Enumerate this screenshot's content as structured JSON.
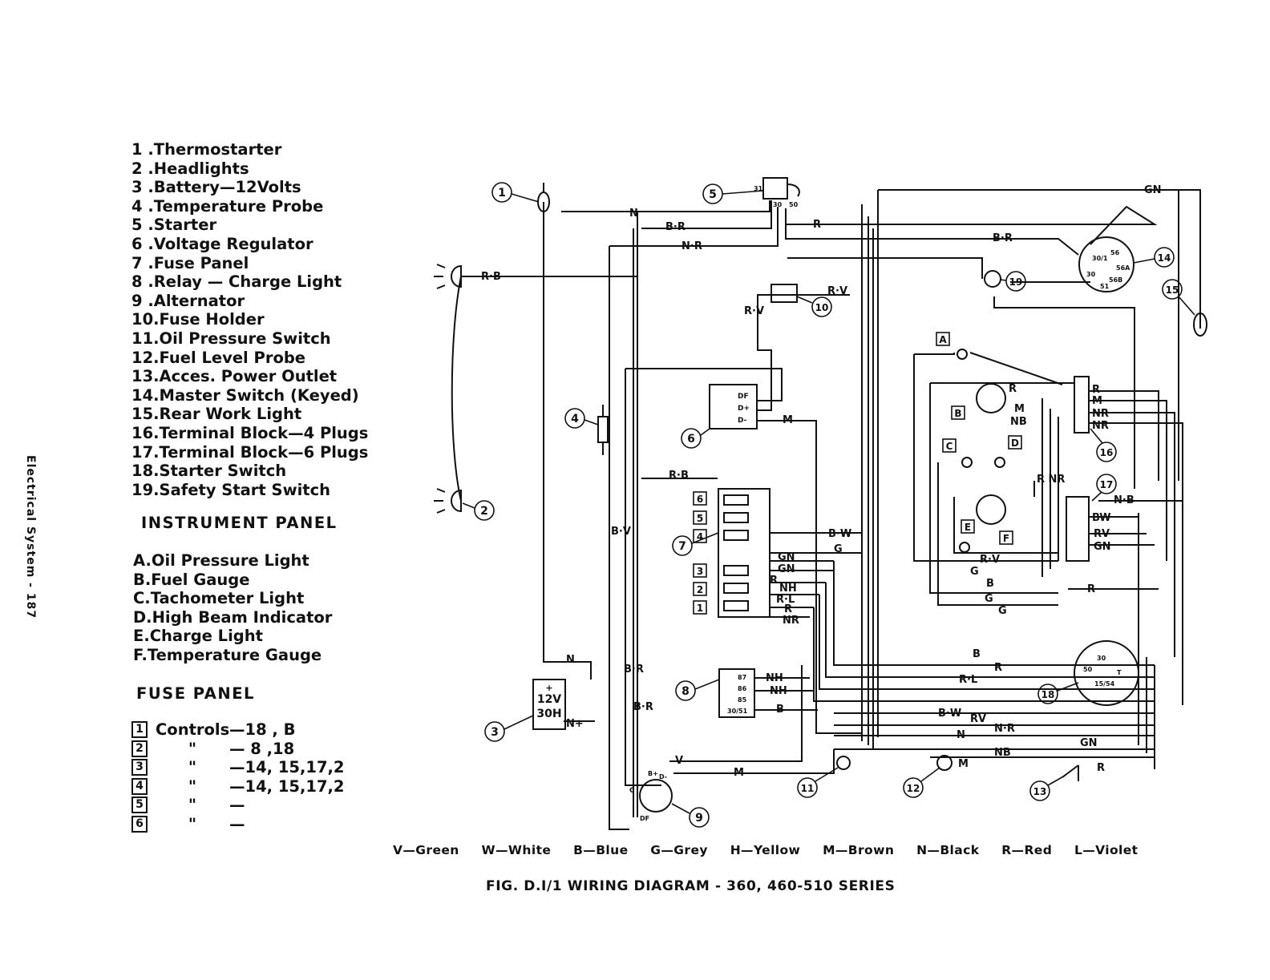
{
  "page_side_label": "Electrical System - 187",
  "legend": [
    "1 .Thermostarter",
    "2 .Headlights",
    "3 .Battery—12Volts",
    "4 .Temperature Probe",
    "5 .Starter",
    "6 .Voltage Regulator",
    "7 .Fuse Panel",
    "8 .Relay — Charge Light",
    "9 .Alternator",
    "10.Fuse Holder",
    "11.Oil Pressure Switch",
    "12.Fuel Level Probe",
    "13.Acces. Power Outlet",
    "14.Master Switch (Keyed)",
    "15.Rear Work Light",
    "16.Terminal Block—4 Plugs",
    "17.Terminal Block—6 Plugs",
    "18.Starter Switch",
    "19.Safety Start Switch"
  ],
  "instrument_panel": {
    "title": "INSTRUMENT PANEL",
    "items": [
      "A.Oil Pressure Light",
      "B.Fuel Gauge",
      "C.Tachometer Light",
      "D.High Beam Indicator",
      "E.Charge Light",
      "F.Temperature Gauge"
    ]
  },
  "fuse_panel": {
    "title": "FUSE PANEL",
    "rows": [
      {
        "num": "1",
        "name": "Controls",
        "circuits": "—18 , B"
      },
      {
        "num": "2",
        "name": "\"",
        "circuits": "— 8 ,18"
      },
      {
        "num": "3",
        "name": "\"",
        "circuits": "—14, 15,17,2"
      },
      {
        "num": "4",
        "name": "\"",
        "circuits": "—14, 15,17,2"
      },
      {
        "num": "5",
        "name": "\"",
        "circuits": "—"
      },
      {
        "num": "6",
        "name": "\"",
        "circuits": "—"
      }
    ]
  },
  "color_key": [
    "V—Green",
    "W—White",
    "B—Blue",
    "G—Grey",
    "H—Yellow",
    "M—Brown",
    "N—Black",
    "R—Red",
    "L—Violet"
  ],
  "caption": "FIG. D.I/1  WIRING DIAGRAM - 360, 460-510 SERIES",
  "diagram": {
    "component_numbers": [
      "1",
      "2",
      "3",
      "4",
      "5",
      "6",
      "7",
      "8",
      "9",
      "10",
      "11",
      "12",
      "13",
      "14",
      "15",
      "16",
      "17",
      "18",
      "19"
    ],
    "instrument_letters": [
      "A",
      "B",
      "C",
      "D",
      "E",
      "F"
    ],
    "fuse_box_numbers": [
      "6",
      "5",
      "4",
      "3",
      "2",
      "1"
    ],
    "wire_labels": {
      "n_top": "N",
      "br_top": "B·R",
      "nr_top": "N·R",
      "r_top": "R",
      "br_right": "B·R",
      "gn_top": "GN",
      "rb_left": "R·B",
      "rv_fuse": "R·V",
      "rv_left": "R·V",
      "m_reg": "M",
      "rb_mid": "R·B",
      "bv": "B·V",
      "bw_mid": "B·W",
      "g_mid": "G",
      "gn_1": "GN",
      "gn_2": "GN",
      "r_1": "R",
      "nh_1": "NH",
      "rl_1": "R·L",
      "r_2": "R",
      "nr_1": "NR",
      "n_bat": "N",
      "br_low1": "B·R",
      "br_low2": "B·R",
      "n_plus": "N+",
      "nh_r1": "NH",
      "nh_r2": "NH",
      "b_relay": "B",
      "v_alt": "V",
      "m_alt": "M",
      "r_16": "R",
      "m_16": "M",
      "nb_16": "NB",
      "r_16b": "R",
      "m_16b": "M",
      "nr_16": "NR",
      "nr_16b": "NR",
      "r_nr": "R NR",
      "nb_17": "N·B",
      "bw_17": "BW",
      "rv_17": "RV",
      "gn_17": "GN",
      "rv_inst": "R·V",
      "g_inst1": "G",
      "b_inst": "B",
      "g_inst2": "G",
      "g_inst3": "G",
      "r_right": "R",
      "b_low": "B",
      "r_low": "R",
      "rl_low": "R·L",
      "bw_low": "B·W",
      "rv_low": "RV",
      "n_low": "N",
      "nr_low": "N·R",
      "gn_low": "GN",
      "nb_low": "NB",
      "m_12": "M",
      "r_13": "R"
    },
    "battery_text": [
      "+",
      "12V",
      "30H"
    ],
    "regulator_terms": [
      "DF",
      "D+",
      "D-"
    ],
    "relay_terms": [
      "87",
      "86",
      "85",
      "30/51"
    ],
    "alt_terms": [
      "B+",
      "D-",
      "C",
      "DF"
    ],
    "starter_terms": [
      "31",
      "30",
      "50"
    ],
    "master_terms": [
      "30/1",
      "56",
      "30",
      "56A",
      "56B",
      "51"
    ],
    "starter_sw_terms": [
      "50",
      "30",
      "T",
      "15/54"
    ]
  }
}
